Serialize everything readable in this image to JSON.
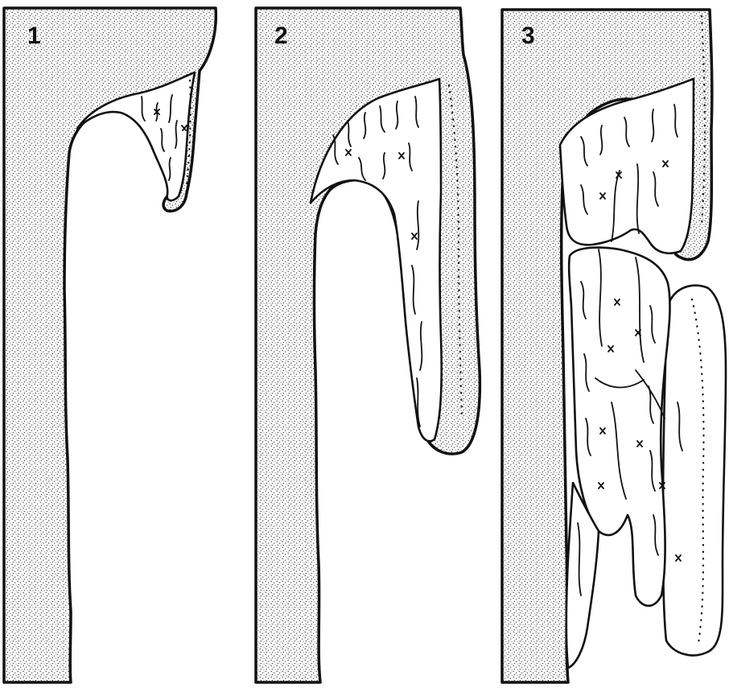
{
  "figure": {
    "panels": [
      {
        "label": "1"
      },
      {
        "label": "2"
      },
      {
        "label": "3"
      }
    ],
    "colors": {
      "stipple_background": "#ffffff",
      "stipple_dot": "#4a4a4a",
      "outline": "#111111",
      "blank": "#ffffff"
    }
  }
}
